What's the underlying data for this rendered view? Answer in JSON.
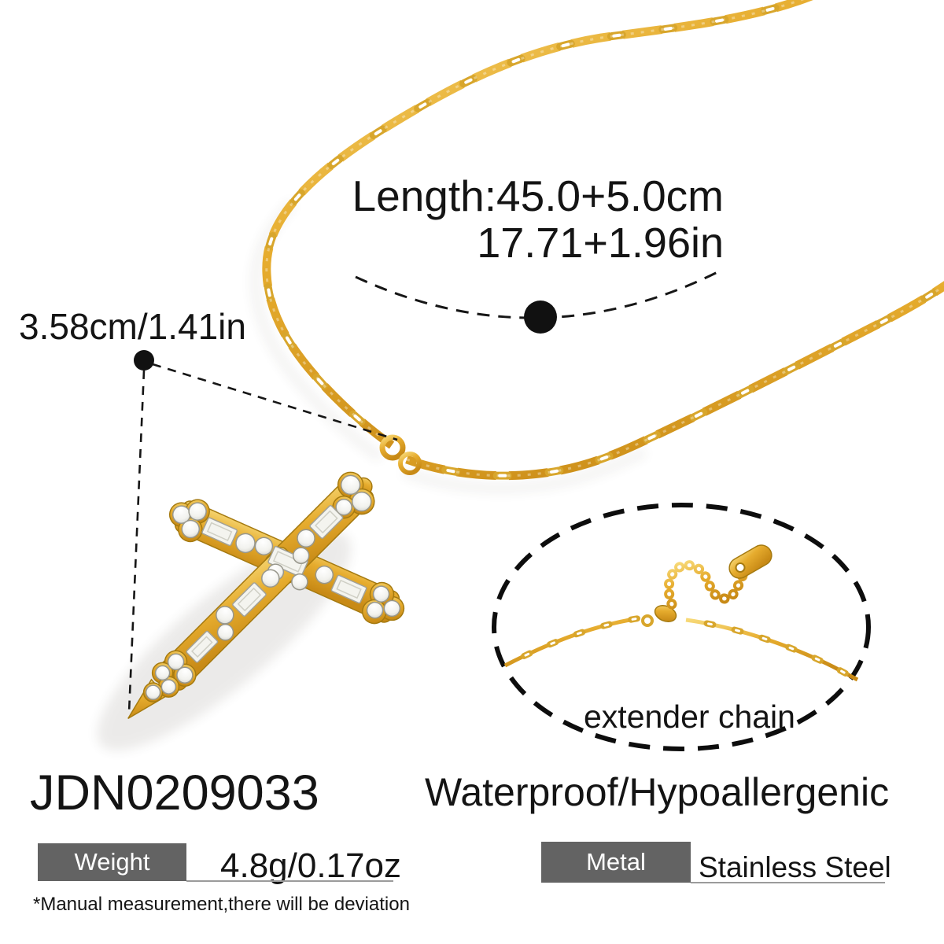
{
  "image": {
    "subject": "gold crystal cross pendant necklace",
    "detail_inset": "extender chain close-up"
  },
  "annotations": {
    "length_line1": "Length:45.0+5.0cm",
    "length_line2": "17.71+1.96in",
    "pendant_size": "3.58cm/1.41in",
    "extender_label": "extender chain"
  },
  "product": {
    "sku": "JDN0209033",
    "feature": "Waterproof/Hypoallergenic",
    "specs": [
      {
        "label": "Weight",
        "value": "4.8g/0.17oz"
      },
      {
        "label": "Metal",
        "value": "Stainless Steel"
      }
    ],
    "note": "*Manual measurement,there will be deviation"
  },
  "colors": {
    "background": "#ffffff",
    "gold": "#E6AC2E",
    "gold_light": "#F7D978",
    "gold_dark": "#C88A16",
    "text": "#141414",
    "spec_label_bg": "#636363",
    "spec_label_text": "#ffffff",
    "underline": "#9b9b9b",
    "annotation": "#161616"
  }
}
